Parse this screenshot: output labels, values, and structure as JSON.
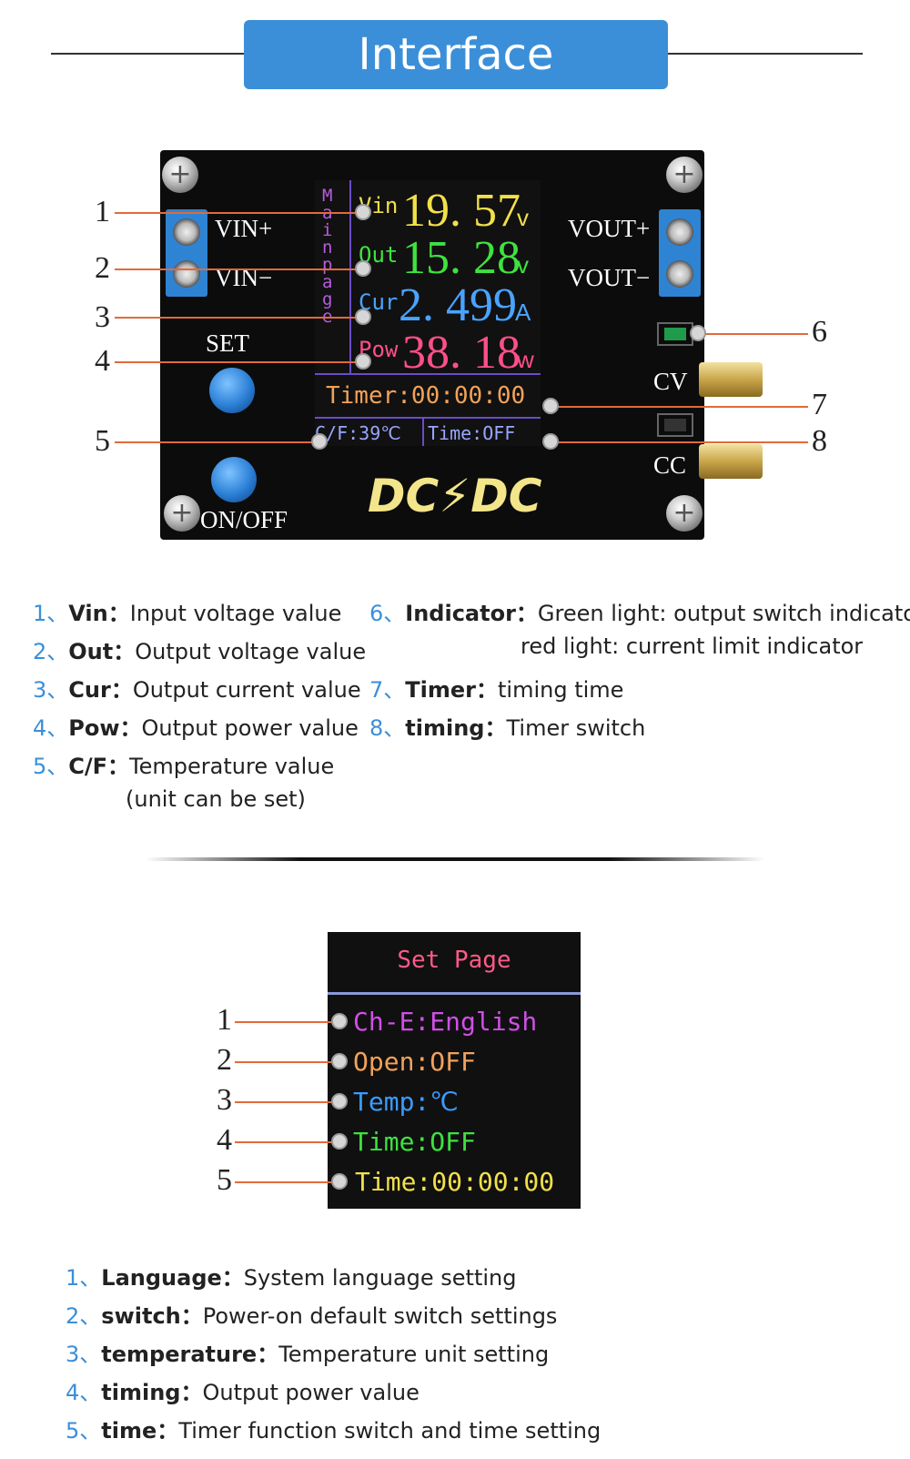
{
  "banner": {
    "title": "Interface description"
  },
  "board": {
    "vin_plus": "VIN+",
    "vin_minus": "VIN−",
    "vout_plus": "VOUT+",
    "vout_minus": "VOUT−",
    "set": "SET",
    "on_off": "ON/OFF",
    "cv": "CV",
    "cc": "CC",
    "logo": "DC⚡DC"
  },
  "main_screen": {
    "side_label": "Main page",
    "vin_label": "Vin",
    "vin_value": "19. 57",
    "vin_unit": "v",
    "out_label": "Out",
    "out_value": "15. 28",
    "out_unit": "v",
    "cur_label": "Cur",
    "cur_value": "2. 499",
    "cur_unit": "A",
    "pow_label": "Pow",
    "pow_value": "38. 18",
    "pow_unit": "w",
    "timer": "Timer:00:00:00",
    "temp": "C/F:39℃",
    "time": "Time:OFF",
    "colors": {
      "vin": "#f2e04a",
      "out": "#3fe23f",
      "cur": "#4aa3ff",
      "pow": "#ff4f8a",
      "timer": "#f2a25a",
      "bottom": "#9aa6ff"
    }
  },
  "main_callouts": {
    "n1": "1",
    "n2": "2",
    "n3": "3",
    "n4": "4",
    "n5": "5",
    "n6": "6",
    "n7": "7",
    "n8": "8"
  },
  "main_legend": [
    {
      "n": "1、",
      "k": "Vin：",
      "v": "Input voltage value"
    },
    {
      "n": "2、",
      "k": "Out：",
      "v": "Output voltage value"
    },
    {
      "n": "3、",
      "k": "Cur：",
      "v": "Output current value"
    },
    {
      "n": "4、",
      "k": "Pow：",
      "v": "Output power value"
    },
    {
      "n": "5、",
      "k": "C/F：",
      "v": "Temperature value",
      "v2": "(unit can be set)"
    },
    {
      "n": "6、",
      "k": "Indicator：",
      "v": "Green light: output switch indicator",
      "v2": "red light: current limit indicator"
    },
    {
      "n": "7、",
      "k": "Timer：",
      "v": "timing time"
    },
    {
      "n": "8、",
      "k": "timing：",
      "v": "Timer switch"
    }
  ],
  "set_screen": {
    "title": "Set Page",
    "rows": [
      "Ch-E:English",
      "Open:OFF",
      "Temp:℃",
      "Time:OFF",
      "Time:00:00:00"
    ],
    "colors": {
      "title": "#ff5a8a",
      "r1": "#d24ee8",
      "r2": "#f2a25a",
      "r3": "#3a9cff",
      "r4": "#3fe23f",
      "r5": "#f2e04a"
    }
  },
  "set_callouts": {
    "n1": "1",
    "n2": "2",
    "n3": "3",
    "n4": "4",
    "n5": "5"
  },
  "set_legend": [
    {
      "n": "1、",
      "k": "Language：",
      "v": "System language setting"
    },
    {
      "n": "2、",
      "k": "switch：",
      "v": "Power-on default switch settings"
    },
    {
      "n": "3、",
      "k": "temperature：",
      "v": "Temperature unit setting"
    },
    {
      "n": "4、",
      "k": "timing：",
      "v": "Output power value"
    },
    {
      "n": "5、",
      "k": "time：",
      "v": "Timer function switch and time setting"
    }
  ]
}
